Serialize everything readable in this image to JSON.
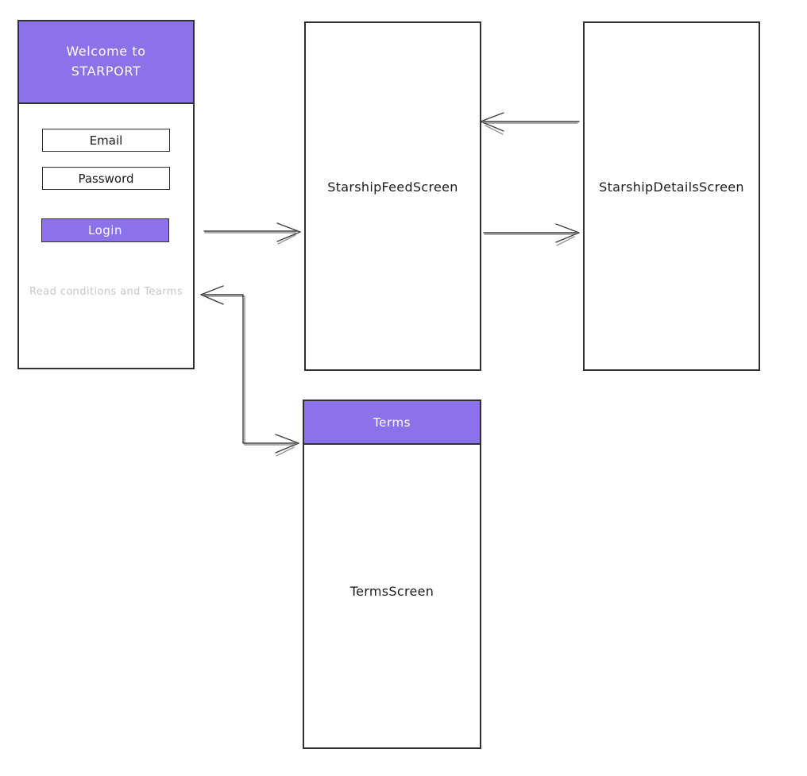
{
  "login_screen": {
    "title_line1": "Welcome to",
    "title_line2": "STARPORT",
    "email_label": "Email",
    "password_label": "Password",
    "login_button": "Login",
    "terms_link": "Read conditions and Tearms"
  },
  "feed_screen": {
    "label": "StarshipFeedScreen"
  },
  "details_screen": {
    "label": "StarshipDetailsScreen"
  },
  "terms_screen": {
    "header_title": "Terms",
    "label": "TermsScreen"
  },
  "edges": [
    {
      "from": "login-screen",
      "to": "feed-screen"
    },
    {
      "from": "feed-screen",
      "to": "details-screen"
    },
    {
      "from": "details-screen",
      "to": "feed-screen"
    },
    {
      "from": "terms-screen",
      "to": "login-screen"
    },
    {
      "from": "login-screen",
      "to": "terms-screen"
    }
  ],
  "colors": {
    "accent": "#8b72e8",
    "stroke": "#303030",
    "arrow": "#3d3d3d",
    "muted_text": "#c8c8c8",
    "text_on_accent": "#ffffff",
    "canvas_bg": "#ffffff"
  }
}
